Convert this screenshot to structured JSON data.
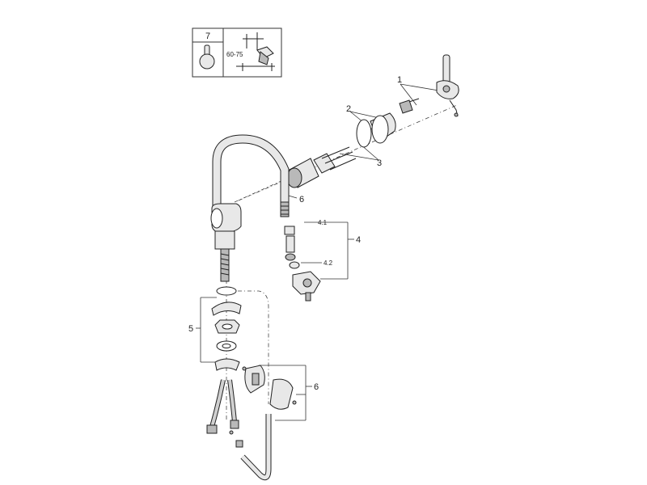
{
  "inset": {
    "number": "7",
    "dimension": "60-75"
  },
  "callouts": {
    "c1": "1",
    "c2": "2",
    "c3": "3",
    "c4": "4",
    "c4_1": "4.1",
    "c4_2": "4.2",
    "c5": "5",
    "c6_hose": "6",
    "c6_bracket": "6"
  }
}
